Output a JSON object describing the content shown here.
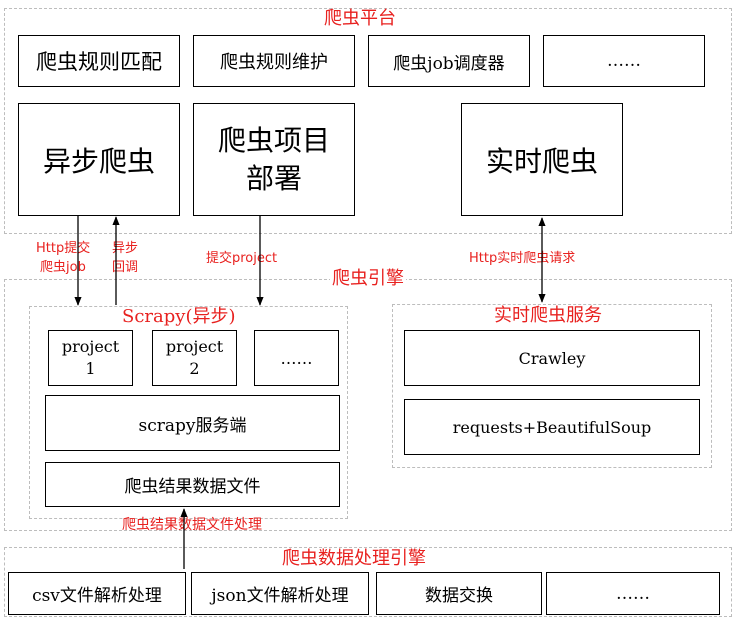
{
  "platform": {
    "title": "爬虫平台",
    "top_boxes": [
      "爬虫规则匹配",
      "爬虫规则维护",
      "爬虫job调度器",
      "……"
    ],
    "async_crawler": "异步爬虫",
    "deploy": [
      "爬虫项目",
      "部署"
    ],
    "realtime_crawler": "实时爬虫"
  },
  "arrows": {
    "http_submit": [
      "Http提交",
      "爬虫job"
    ],
    "async_callback": [
      "异步",
      "回调"
    ],
    "submit_project": "提交project",
    "http_realtime": "Http实时爬虫请求",
    "result_processing": "爬虫结果数据文件处理"
  },
  "engine": {
    "title": "爬虫引擎",
    "scrapy": {
      "title": "Scrapy(异步)",
      "projects": [
        {
          "name": "project",
          "num": "1"
        },
        {
          "name": "project",
          "num": "2"
        }
      ],
      "more": "……",
      "server": "scrapy服务端",
      "result_file": "爬虫结果数据文件"
    },
    "realtime": {
      "title": "实时爬虫服务",
      "items": [
        "Crawley",
        "requests+BeautifulSoup"
      ]
    }
  },
  "processing": {
    "title": "爬虫数据处理引擎",
    "boxes": [
      "csv文件解析处理",
      "json文件解析处理",
      "数据交换",
      "……"
    ]
  }
}
